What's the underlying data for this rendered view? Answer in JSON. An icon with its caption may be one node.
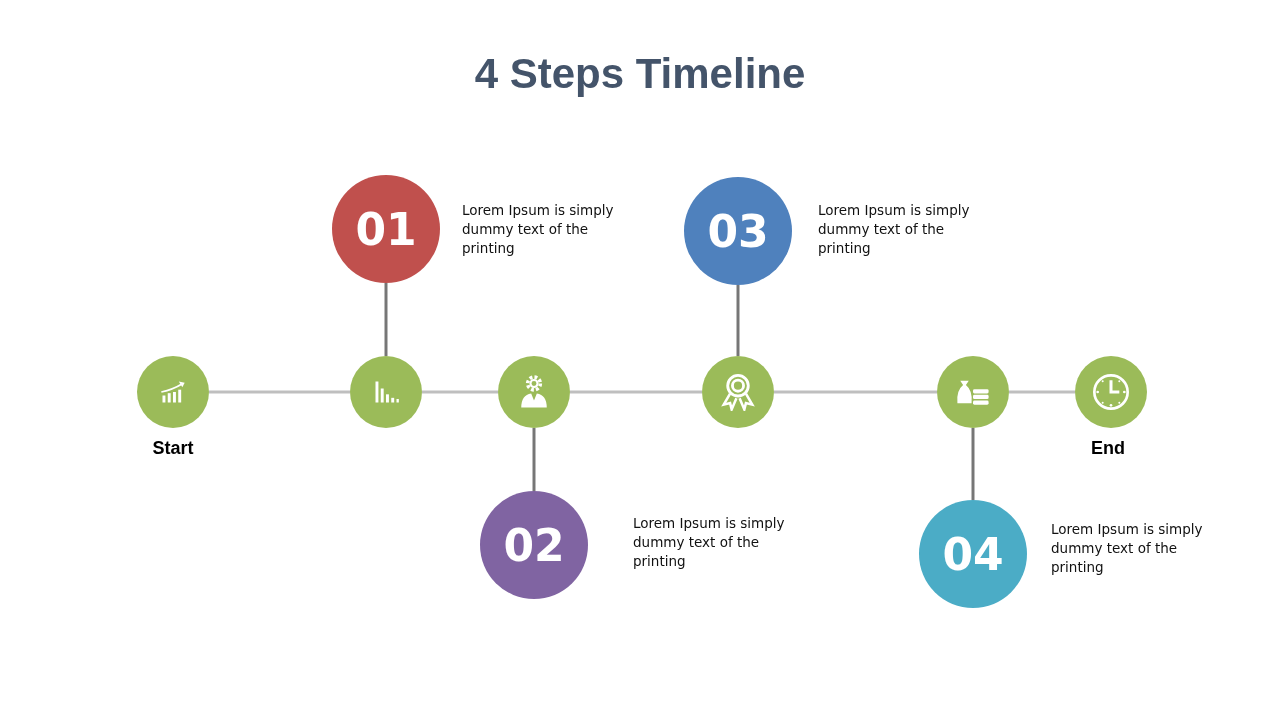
{
  "diagram": {
    "title": "4 Steps Timeline",
    "nodes": [
      {
        "text": [
          "01"
        ],
        "beside": [
          "Lorem Ipsum is simply dummy text of the printing"
        ]
      },
      {
        "text": [
          "03"
        ],
        "beside": [
          "Lorem Ipsum is simply dummy text of the printing"
        ]
      },
      {
        "text": [],
        "shape": "circle",
        "beside": [
          "Start"
        ]
      },
      {
        "text": [],
        "shape": "circle"
      },
      {
        "text": [],
        "shape": "circle"
      },
      {
        "text": [],
        "shape": "circle"
      },
      {
        "text": [],
        "shape": "circle"
      },
      {
        "text": [],
        "shape": "circle",
        "beside": [
          "End"
        ]
      },
      {
        "text": [
          "02"
        ],
        "beside": [
          "Lorem Ipsum is simply dummy text of the printing"
        ]
      },
      {
        "text": [
          "04"
        ],
        "beside": [
          "Lorem Ipsum is simply dummy text of the printing"
        ]
      }
    ],
    "edges": [
      {
        "from": 2,
        "to": 3,
        "arrow": "none"
      },
      {
        "from": 3,
        "to": 4,
        "arrow": "none"
      },
      {
        "from": 4,
        "to": 5,
        "arrow": "none"
      },
      {
        "from": 5,
        "to": 6,
        "arrow": "none"
      },
      {
        "from": 6,
        "to": 7,
        "arrow": "none"
      },
      {
        "from": 3,
        "to": 0,
        "arrow": "none",
        "color": "#767676"
      },
      {
        "from": 4,
        "to": 8,
        "arrow": "none",
        "color": "#767676"
      },
      {
        "from": 5,
        "to": 1,
        "arrow": "none",
        "color": "#767676"
      },
      {
        "from": 6,
        "to": 9,
        "arrow": "none",
        "color": "#767676"
      }
    ]
  }
}
